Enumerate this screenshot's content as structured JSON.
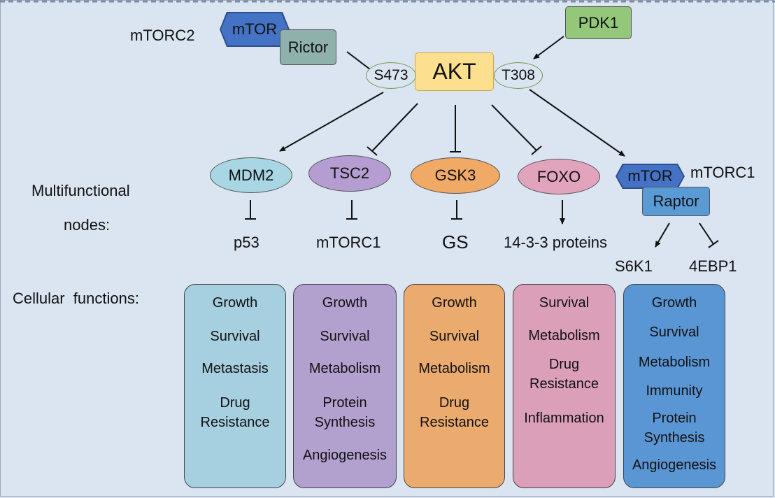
{
  "labels": {
    "mtorc2": "mTORC2",
    "mtorc1": "mTORC1",
    "multifunctional_line1": "Multifunctional",
    "multifunctional_line2": "nodes:",
    "cellular_functions": "Cellular  functions:"
  },
  "nodes": {
    "mtor_top": "mTOR",
    "rictor": "Rictor",
    "pdk1": "PDK1",
    "akt": "AKT",
    "s473": "S473",
    "t308": "T308",
    "mdm2": "MDM2",
    "tsc2": "TSC2",
    "gsk3": "GSK3",
    "foxo": "FOXO",
    "mtor_right": "mTOR",
    "raptor": "Raptor"
  },
  "targets": {
    "p53": "p53",
    "mtorc1": "mTORC1",
    "gs": "GS",
    "proteins": "14-3-3 proteins",
    "s6k1": "S6K1",
    "4ebp1": "4EBP1"
  },
  "functions": [
    [
      "Growth",
      "Survival",
      "Metastasis",
      "Drug",
      "Resistance"
    ],
    [
      "Growth",
      "Survival",
      "Metabolism",
      "Protein",
      "Synthesis",
      "Angiogenesis"
    ],
    [
      "Growth",
      "Survival",
      "Metabolism",
      "Drug",
      "Resistance"
    ],
    [
      "Survival",
      "Metabolism",
      "Drug",
      "Resistance",
      "Inflammation"
    ],
    [
      "Growth",
      "Survival",
      "Metabolism",
      "Immunity",
      "Protein",
      "Synthesis",
      "Angiogenesis"
    ]
  ],
  "colors": {
    "background": "#dbe4f1",
    "mtor": "#4472c4",
    "rictor": "#8fb1ae",
    "pdk1": "#94c77a",
    "akt": "#fde08f",
    "mdm2": "#a9d6e5",
    "tsc2": "#b59dd2",
    "gsk3": "#f0aa66",
    "foxo": "#e2a3bd",
    "raptor": "#5b9bd5",
    "panel_blue": "#a6cfe0",
    "panel_purple": "#b2a0cf",
    "panel_orange": "#ebab6e",
    "panel_pink": "#dc9fba",
    "panel_darkblue": "#5b96d4"
  }
}
